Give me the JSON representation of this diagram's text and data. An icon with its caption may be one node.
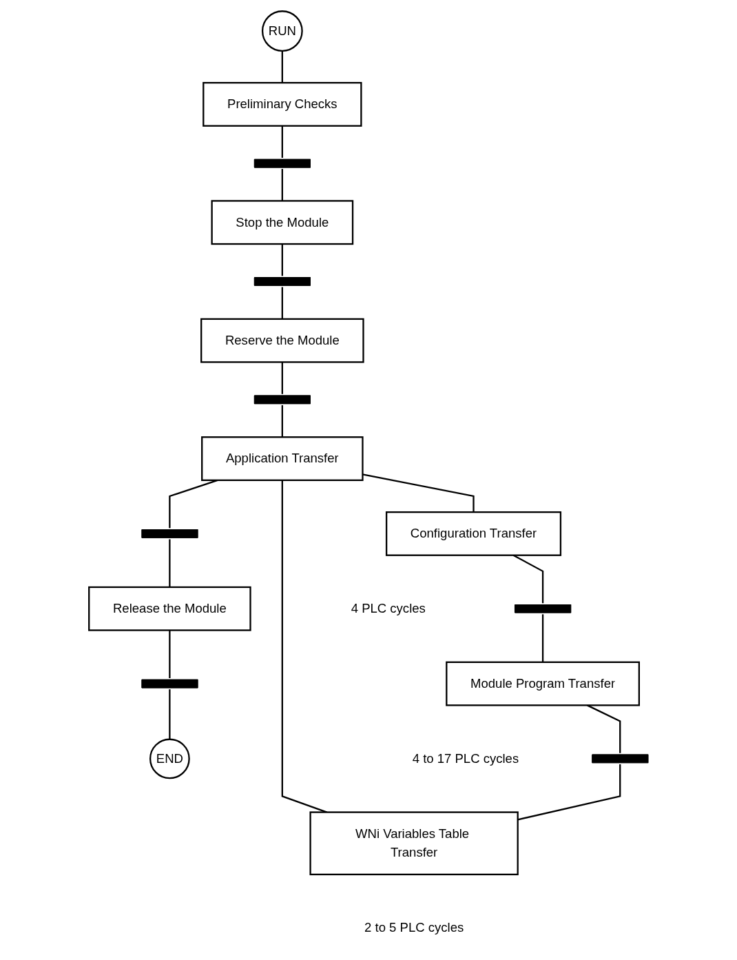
{
  "diagram": {
    "nodes": [
      {
        "text": [
          "RUN"
        ]
      },
      {
        "text": [
          "Preliminary Checks"
        ]
      },
      {
        "text": [],
        "shape": "bar"
      },
      {
        "text": [
          "Stop the Module"
        ]
      },
      {
        "text": [],
        "shape": "bar"
      },
      {
        "text": [
          "Reserve the Module"
        ]
      },
      {
        "text": [],
        "shape": "bar"
      },
      {
        "text": [
          "Application Transfer"
        ]
      },
      {
        "text": [],
        "shape": "bar"
      },
      {
        "text": [
          "Release the Module"
        ]
      },
      {
        "text": [],
        "shape": "bar"
      },
      {
        "text": [
          "END"
        ]
      },
      {
        "text": [
          "Configuration Transfer"
        ],
        "beside": [
          "4 PLC cycles"
        ]
      },
      {
        "text": [],
        "shape": "bar"
      },
      {
        "text": [
          "Module Program Transfer"
        ],
        "beside": [
          "4 to 17 PLC cycles"
        ]
      },
      {
        "text": [],
        "shape": "bar"
      },
      {
        "text": [
          "WNi Variables Table Transfer"
        ],
        "beside": [
          "2 to 5 PLC cycles"
        ]
      }
    ],
    "edges": [
      {
        "from": 0,
        "to": 1,
        "arrow": "none"
      },
      {
        "from": 1,
        "to": 2,
        "arrow": "none"
      },
      {
        "from": 2,
        "to": 3,
        "arrow": "none"
      },
      {
        "from": 3,
        "to": 4,
        "arrow": "none"
      },
      {
        "from": 4,
        "to": 5,
        "arrow": "none"
      },
      {
        "from": 5,
        "to": 6,
        "arrow": "none"
      },
      {
        "from": 6,
        "to": 7,
        "arrow": "none"
      },
      {
        "from": 7,
        "to": 8,
        "arrow": "none"
      },
      {
        "from": 8,
        "to": 9,
        "arrow": "none"
      },
      {
        "from": 9,
        "to": 10,
        "arrow": "none"
      },
      {
        "from": 10,
        "to": 11,
        "arrow": "none"
      },
      {
        "from": 7,
        "to": 12,
        "arrow": "none"
      },
      {
        "from": 7,
        "to": 16,
        "arrow": "none"
      },
      {
        "from": 12,
        "to": 13,
        "arrow": "none"
      },
      {
        "from": 13,
        "to": 14,
        "arrow": "none"
      },
      {
        "from": 14,
        "to": 15,
        "arrow": "none"
      },
      {
        "from": 15,
        "to": 16,
        "arrow": "none"
      }
    ]
  }
}
